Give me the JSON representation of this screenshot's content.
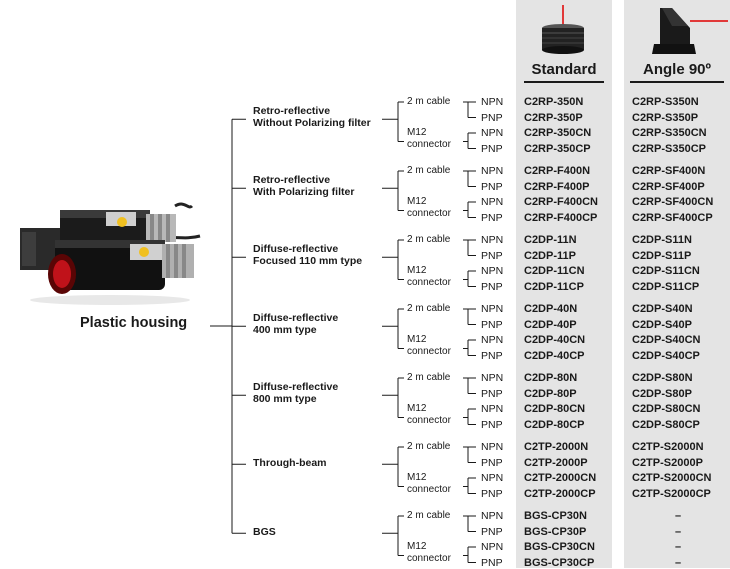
{
  "housing_label": "Plastic housing",
  "columns": {
    "standard": "Standard",
    "angle": "Angle 90º"
  },
  "option_labels": {
    "cable": "2 m cable",
    "m12_line1": "M12",
    "m12_line2": "connector",
    "npn": "NPN",
    "pnp": "PNP"
  },
  "categories": [
    {
      "line1": "Retro-reflective",
      "line2": "Without Polarizing filter",
      "standard": [
        "C2RP-350N",
        "C2RP-350P",
        "C2RP-350CN",
        "C2RP-350CP"
      ],
      "angle": [
        "C2RP-S350N",
        "C2RP-S350P",
        "C2RP-S350CN",
        "C2RP-S350CP"
      ]
    },
    {
      "line1": "Retro-reflective",
      "line2": "With Polarizing filter",
      "standard": [
        "C2RP-F400N",
        "C2RP-F400P",
        "C2RP-F400CN",
        "C2RP-F400CP"
      ],
      "angle": [
        "C2RP-SF400N",
        "C2RP-SF400P",
        "C2RP-SF400CN",
        "C2RP-SF400CP"
      ]
    },
    {
      "line1": "Diffuse-reflective",
      "line2": "Focused 110 mm type",
      "standard": [
        "C2DP-11N",
        "C2DP-11P",
        "C2DP-11CN",
        "C2DP-11CP"
      ],
      "angle": [
        "C2DP-S11N",
        "C2DP-S11P",
        "C2DP-S11CN",
        "C2DP-S11CP"
      ]
    },
    {
      "line1": "Diffuse-reflective",
      "line2": "400 mm type",
      "standard": [
        "C2DP-40N",
        "C2DP-40P",
        "C2DP-40CN",
        "C2DP-40CP"
      ],
      "angle": [
        "C2DP-S40N",
        "C2DP-S40P",
        "C2DP-S40CN",
        "C2DP-S40CP"
      ]
    },
    {
      "line1": "Diffuse-reflective",
      "line2": "800 mm type",
      "standard": [
        "C2DP-80N",
        "C2DP-80P",
        "C2DP-80CN",
        "C2DP-80CP"
      ],
      "angle": [
        "C2DP-S80N",
        "C2DP-S80P",
        "C2DP-S80CN",
        "C2DP-S80CP"
      ]
    },
    {
      "line1": "Through-beam",
      "line2": "",
      "standard": [
        "C2TP-2000N",
        "C2TP-2000P",
        "C2TP-2000CN",
        "C2TP-2000CP"
      ],
      "angle": [
        "C2TP-S2000N",
        "C2TP-S2000P",
        "C2TP-S2000CN",
        "C2TP-S2000CP"
      ]
    },
    {
      "line1": "BGS",
      "line2": "",
      "standard": [
        "BGS-CP30N",
        "BGS-CP30P",
        "BGS-CP30CN",
        "BGS-CP30CP"
      ],
      "angle": [
        "–",
        "–",
        "–",
        "–"
      ]
    }
  ]
}
